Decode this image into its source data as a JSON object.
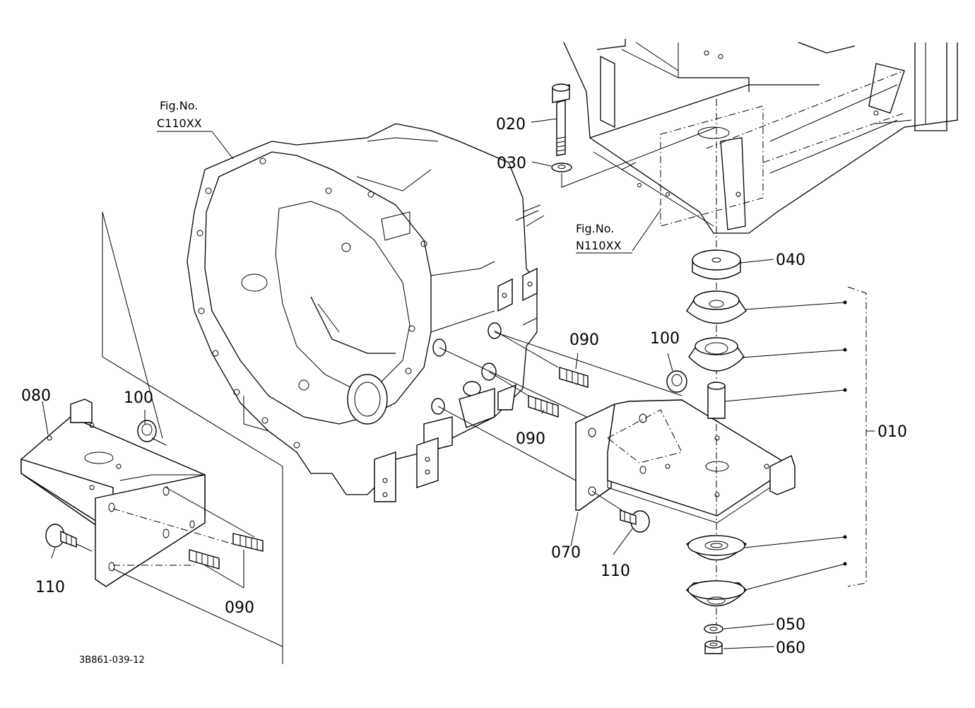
{
  "figure_refs": [
    {
      "line1": "Fig.No.",
      "line2": "C110XX"
    },
    {
      "line1": "Fig.No.",
      "line2": "N110XX"
    }
  ],
  "parts": {
    "p010": "010",
    "p020": "020",
    "p030": "030",
    "p040": "040",
    "p050": "050",
    "p060": "060",
    "p070": "070",
    "p080": "080",
    "p090a": "090",
    "p090b": "090",
    "p090c": "090",
    "p100a": "100",
    "p100b": "100",
    "p110a": "110",
    "p110b": "110"
  },
  "drawing_code": "3B861-039-12"
}
